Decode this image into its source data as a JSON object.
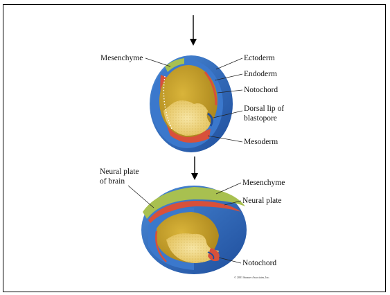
{
  "top_diagram": {
    "labels": {
      "mesenchyme": "Mesenchyme",
      "ectoderm": "Ectoderm",
      "endoderm": "Endoderm",
      "notochord": "Notochord",
      "dorsal_lip_line1": "Dorsal lip of",
      "dorsal_lip_line2": "blastopore",
      "mesoderm": "Mesoderm"
    }
  },
  "bottom_diagram": {
    "labels": {
      "neural_plate_brain_line1": "Neural plate",
      "neural_plate_brain_line2": "of brain",
      "mesenchyme": "Mesenchyme",
      "neural_plate": "Neural plate",
      "notochord": "Notochord"
    }
  },
  "copyright": "© 2001 Sinauer Associates, Inc.",
  "colors": {
    "ectoderm_blue": "#2f6fc4",
    "endoderm_yellow": "#e8c84a",
    "mesoderm_red": "#d8503a",
    "mesenchyme_green": "#a8c050",
    "yolk": "#f2dc8a"
  }
}
